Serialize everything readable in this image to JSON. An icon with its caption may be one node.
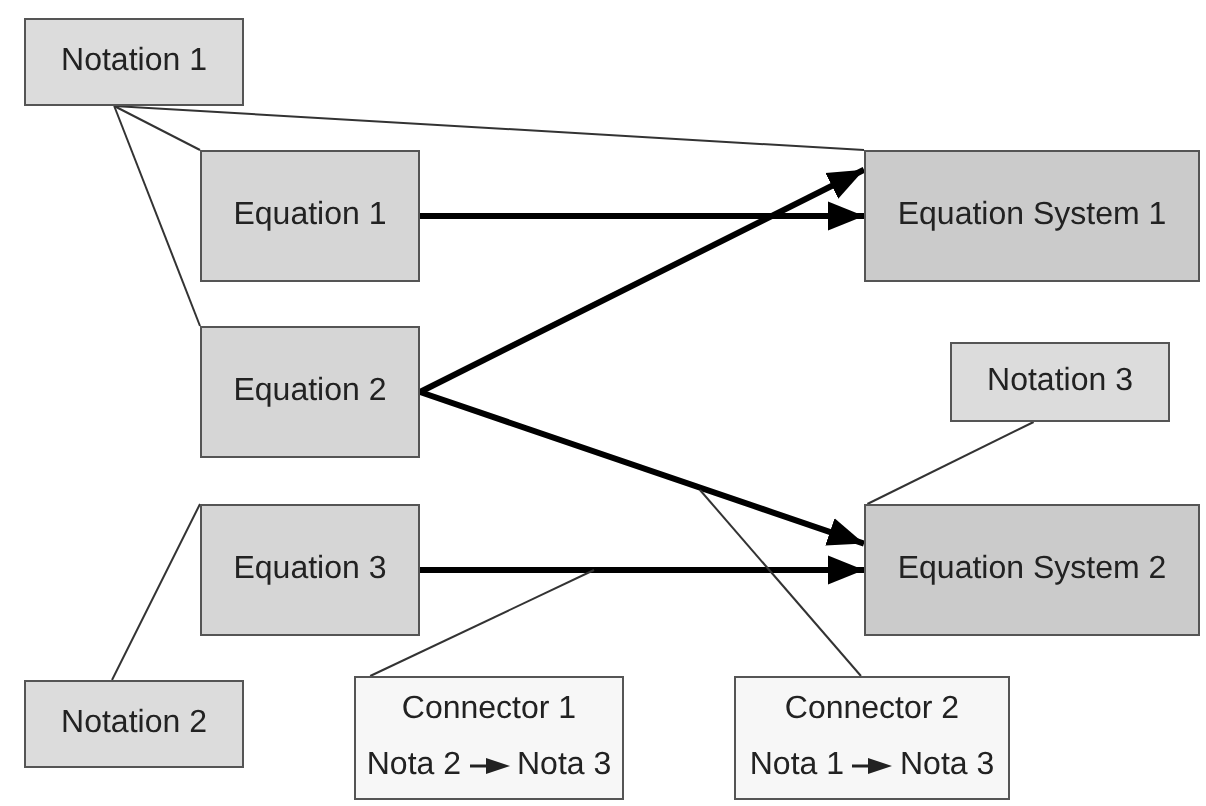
{
  "diagram": {
    "nodes": [
      {
        "text": [
          "Notation 1"
        ]
      },
      {
        "text": [
          "Equation 1"
        ]
      },
      {
        "text": [
          "Equation System 1"
        ]
      },
      {
        "text": [
          "Equation 2"
        ]
      },
      {
        "text": [
          "Notation 3"
        ]
      },
      {
        "text": [
          "Equation 3"
        ]
      },
      {
        "text": [
          "Equation System 2"
        ]
      },
      {
        "text": [
          "Notation 2"
        ]
      },
      {
        "text": [
          "Connector 1",
          "Nota 2",
          "Nota 3"
        ]
      },
      {
        "text": [
          "Connector 2",
          "Nota 1",
          "Nota 3"
        ]
      }
    ],
    "edges": [
      {
        "from": 1,
        "to": 2,
        "arrow": "to",
        "style": "thick"
      },
      {
        "from": 3,
        "to": 2,
        "arrow": "to",
        "style": "thick"
      },
      {
        "from": 3,
        "to": 6,
        "arrow": "to",
        "style": "thick"
      },
      {
        "from": 5,
        "to": 6,
        "arrow": "to",
        "style": "thick"
      },
      {
        "from": 0,
        "to": 1,
        "arrow": "none"
      },
      {
        "from": 0,
        "to": 3,
        "arrow": "none"
      },
      {
        "from": 0,
        "to": 2,
        "arrow": "none"
      },
      {
        "from": 7,
        "to": 5,
        "arrow": "none"
      },
      {
        "from": 4,
        "to": 6,
        "arrow": "none"
      },
      {
        "from": 8,
        "to": null,
        "arrow": "none"
      },
      {
        "from": 9,
        "to": null,
        "arrow": "none"
      }
    ]
  }
}
